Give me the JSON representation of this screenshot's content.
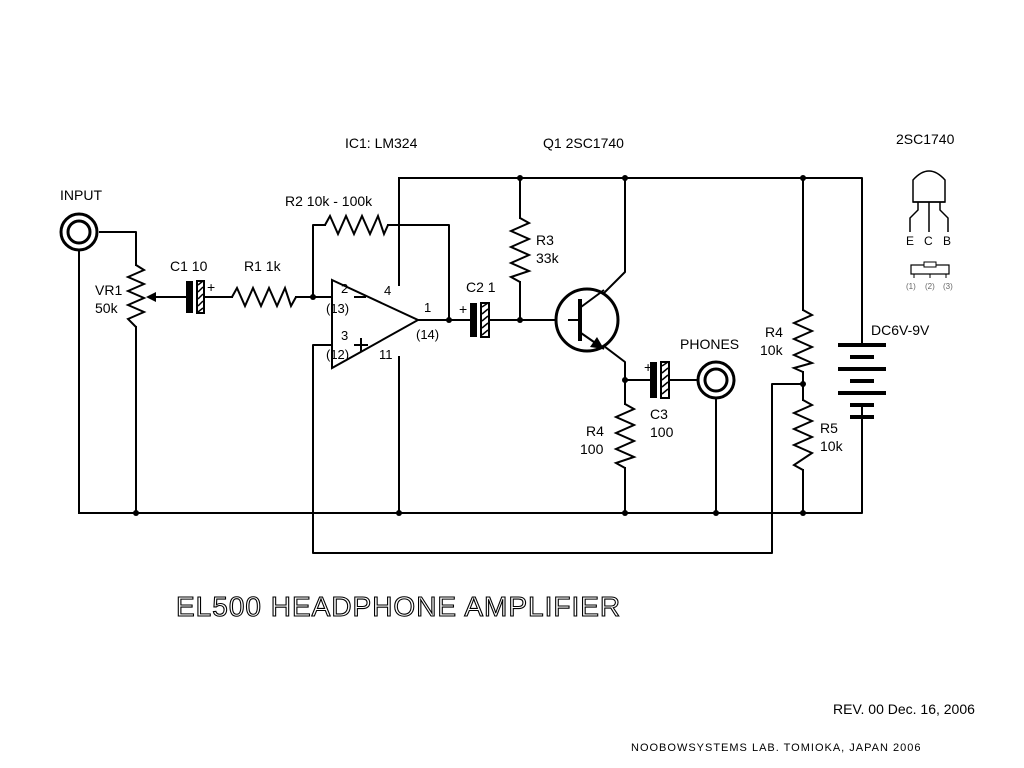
{
  "ic_label": "IC1: LM324",
  "q_label": "Q1 2SC1740",
  "pinout": {
    "title": "2SC1740",
    "e": "E",
    "c": "C",
    "b": "B",
    "p1": "(1)",
    "p2": "(2)",
    "p3": "(3)"
  },
  "input_label": "INPUT",
  "vr1": {
    "name": "VR1",
    "value": "50k"
  },
  "c1": "C1 10",
  "r1": "R1 1k",
  "r2": "R2  10k - 100k",
  "r3": {
    "name": "R3",
    "value": "33k"
  },
  "c2": "C2 1",
  "opamp_pins": {
    "inv": "2",
    "inv_alt": "(13)",
    "noninv": "3",
    "noninv_alt": "(12)",
    "vcc": "4",
    "gnd": "11",
    "out": "1",
    "out_alt": "(14)"
  },
  "plus": "+",
  "phones_label": "PHONES",
  "c3": {
    "name": "C3",
    "value": "100"
  },
  "r4_emitter": {
    "name": "R4",
    "value": "100"
  },
  "r4_divider": {
    "name": "R4",
    "value": "10k"
  },
  "r5": {
    "name": "R5",
    "value": "10k"
  },
  "battery": "DC6V-9V",
  "title": "EL500 HEADPHONE AMPLIFIER",
  "revision": "REV. 00 Dec. 16, 2006",
  "credit": "NOOBOWSYSTEMS LAB. TOMIOKA, JAPAN 2006"
}
